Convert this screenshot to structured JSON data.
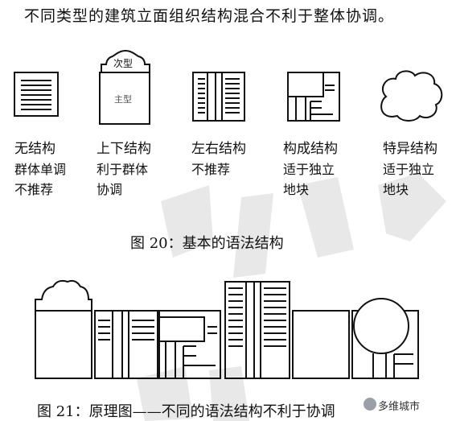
{
  "intro": "不同类型的建筑立面组织结构混合不利于整体协调。",
  "types": [
    {
      "name": "无结构",
      "desc": "群体单调\n不推荐"
    },
    {
      "name": "上下结构",
      "desc": "利于群体\n协调"
    },
    {
      "name": "左右结构",
      "desc": "不推荐"
    },
    {
      "name": "构成结构",
      "desc": "适于独立\n地块"
    },
    {
      "name": "特异结构",
      "desc": "适于独立\n地块"
    }
  ],
  "icon_labels": {
    "secondary": "次型",
    "primary": "主型"
  },
  "caption20": "图 20：基本的语法结构",
  "caption21": "图 21：原理图——不同的语法结构不利于协调",
  "watermark": "多维城市",
  "colors": {
    "ink": "#111111",
    "watermark_gray": "#e6e6e6"
  }
}
